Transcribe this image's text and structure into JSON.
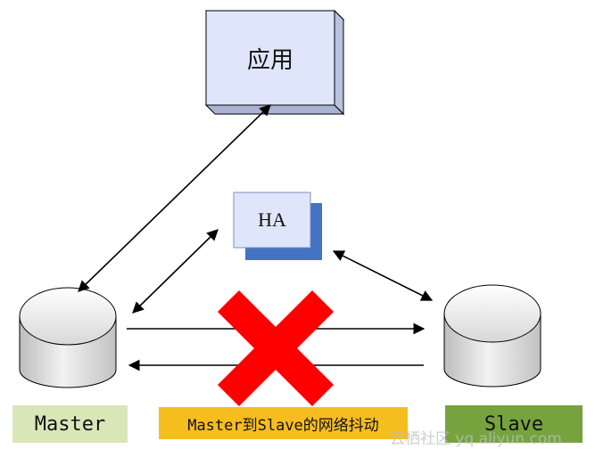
{
  "nodes": {
    "app": {
      "label": "应用"
    },
    "ha": {
      "label": "HA"
    },
    "master": {
      "label": "Master"
    },
    "slave": {
      "label": "Slave"
    }
  },
  "annotation": {
    "label": "Master到Slave的网络抖动"
  },
  "watermark": {
    "text": "云栖社区 yq.aliyun.com"
  },
  "colors": {
    "box_face": "#dfe6fb",
    "box_shadow_app": "#b9c2df",
    "ha_shadow": "#4472c4",
    "master_tag": "#d9e7b8",
    "slave_tag": "#77a33f",
    "jitter_tag": "#f6bd1e",
    "cross": "#ff0000"
  },
  "icons": [
    "database-cylinder-icon",
    "broken-link-cross-icon",
    "arrow-icon"
  ]
}
